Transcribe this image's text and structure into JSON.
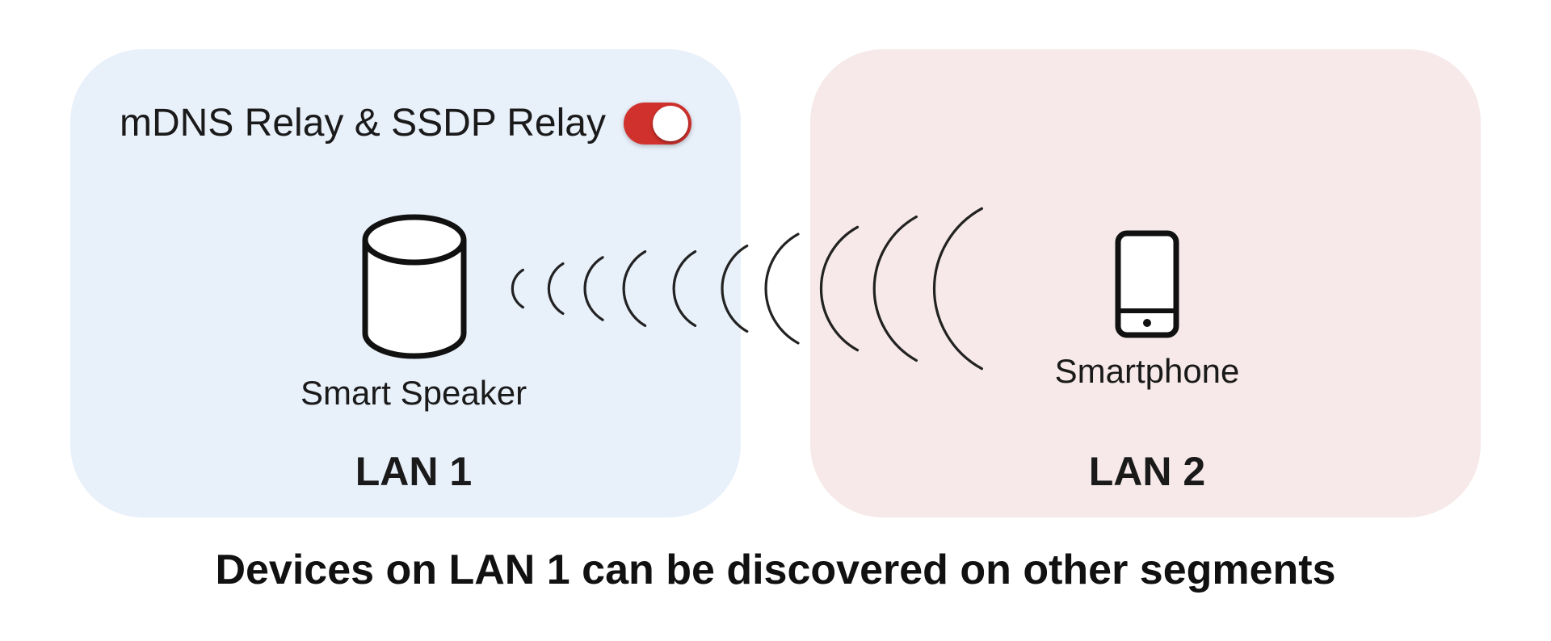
{
  "lan1": {
    "title": "LAN 1",
    "toggle_label": "mDNS Relay & SSDP Relay",
    "toggle_state": "on",
    "device_label": "Smart Speaker",
    "background": "#e8f0fa"
  },
  "lan2": {
    "title": "LAN 2",
    "device_label": "Smartphone",
    "background": "#f7e9e9"
  },
  "toggle_color": "#d0312d",
  "icons": [
    "speaker-icon",
    "smartphone-icon",
    "signal-waves-icon"
  ],
  "caption": "Devices on LAN 1 can be discovered on other segments"
}
